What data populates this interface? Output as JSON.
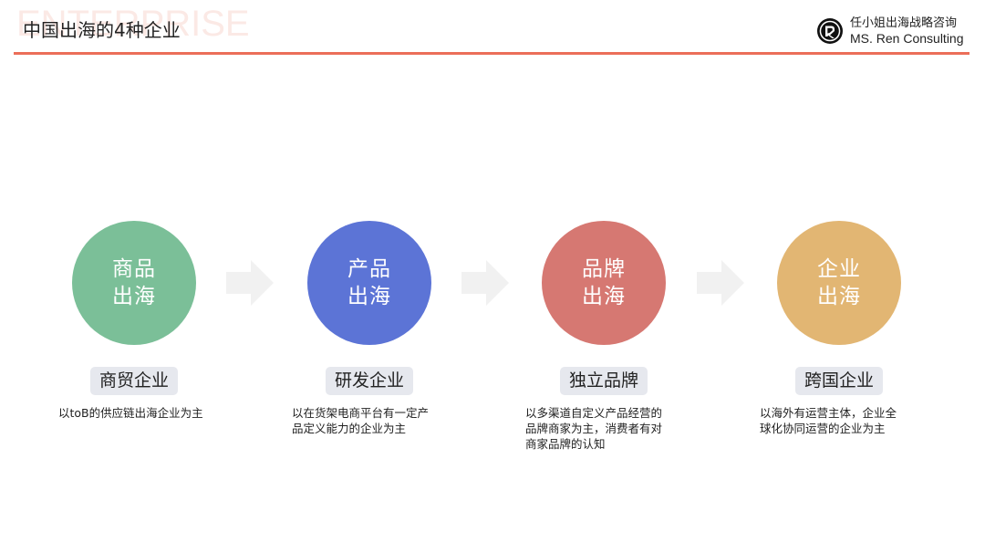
{
  "header": {
    "watermark": "ENTERPRISE",
    "title": "中国出海的4种企业",
    "rule_color": "#ec6e59",
    "brand": {
      "logo_icon": "r-monogram-circle-logo",
      "name_cn": "任小姐出海战略咨询",
      "name_en": "MS. Ren Consulting"
    }
  },
  "steps": [
    {
      "circle_line1": "商品",
      "circle_line2": "出海",
      "color": "#7bbf98",
      "tag": "商贸企业",
      "desc_lines": [
        "以toB的供应链出海企业为主"
      ]
    },
    {
      "circle_line1": "产品",
      "circle_line2": "出海",
      "color": "#5c74d6",
      "tag": "研发企业",
      "desc_lines": [
        "以在货架电商平台有一定产",
        "品定义能力的企业为主"
      ]
    },
    {
      "circle_line1": "品牌",
      "circle_line2": "出海",
      "color": "#d67872",
      "tag": "独立品牌",
      "desc_lines": [
        "以多渠道自定义产品经营的",
        "品牌商家为主，消费者有对",
        "商家品牌的认知"
      ]
    },
    {
      "circle_line1": "企业",
      "circle_line2": "出海",
      "color": "#e2b673",
      "tag": "跨国企业",
      "desc_lines": [
        "以海外有运营主体，企业全",
        "球化协同运营的企业为主"
      ]
    }
  ],
  "arrows": {
    "icon": "arrow-right-icon",
    "color": "#f1f1f1",
    "count": 3
  }
}
